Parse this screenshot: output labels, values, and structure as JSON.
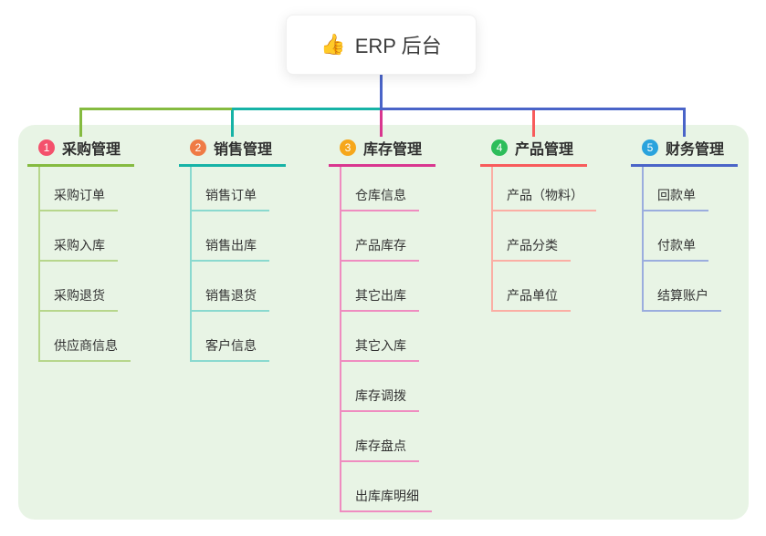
{
  "root": {
    "icon": "👍",
    "title": "ERP 后台"
  },
  "branches": [
    {
      "number": "1",
      "label": "采购管理",
      "badge_color": "#f4516c",
      "line_color": "#85bb40",
      "child_line_color": "#b7d68c",
      "children": [
        "采购订单",
        "采购入库",
        "采购退货",
        "供应商信息"
      ]
    },
    {
      "number": "2",
      "label": "销售管理",
      "badge_color": "#ef7b45",
      "line_color": "#16b3a6",
      "child_line_color": "#8ad9cf",
      "children": [
        "销售订单",
        "销售出库",
        "销售退货",
        "客户信息"
      ]
    },
    {
      "number": "3",
      "label": "库存管理",
      "badge_color": "#f6a71b",
      "line_color": "#d9368f",
      "child_line_color": "#ef8cc0",
      "children": [
        "仓库信息",
        "产品库存",
        "其它出库",
        "其它入库",
        "库存调拨",
        "库存盘点",
        "出库库明细"
      ]
    },
    {
      "number": "4",
      "label": "产品管理",
      "badge_color": "#2dbd5a",
      "line_color": "#f85b5b",
      "child_line_color": "#fbaea4",
      "children": [
        "产品（物料）",
        "产品分类",
        "产品单位"
      ]
    },
    {
      "number": "5",
      "label": "财务管理",
      "badge_color": "#2aa3dd",
      "line_color": "#4a64c8",
      "child_line_color": "#9badde",
      "children": [
        "回款单",
        "付款单",
        "结算账户"
      ]
    }
  ],
  "colors": {
    "panel_background": "#e8f4e5",
    "root_connector": "#4a64c8",
    "text": "#333333",
    "card_background": "#ffffff"
  }
}
